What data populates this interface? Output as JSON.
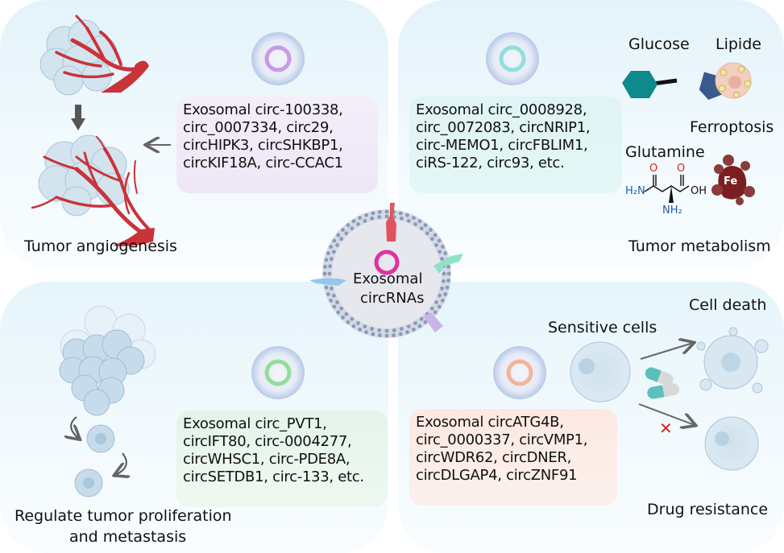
{
  "center": {
    "title_line1": "Exosomal",
    "title_line2": "circRNAs",
    "ring_color": "#e0339e",
    "membrane_color": "#8d9ab0",
    "receptor_colors": [
      "#e0555b",
      "#8fe3c4",
      "#90c9ea",
      "#c9b4ea"
    ]
  },
  "panels": {
    "angiogenesis": {
      "title": "Tumor angiogenesis",
      "ring_color": "#c89be6",
      "list": "Exosomal circ-100338,\ncirc_0007334, circ29,\ncircHIPK3, circSHKBP1,\ncircKIF18A, circ-CCAC1",
      "vessel_color": "#c9333a"
    },
    "metabolism": {
      "title": "Tumor metabolism",
      "ring_color": "#8fdfdc",
      "list": "Exosomal circ_0008928,\ncirc_0072083, circNRIP1,\ncirc-MEMO1, circFBLIM1,\nciRS-122, circ93, etc.",
      "glucose_label": "Glucose",
      "lipide_label": "Lipide",
      "ferroptosis_label": "Ferroptosis",
      "glutamine_label": "Glutamine",
      "fe_label": "Fe",
      "chem": {
        "o1": "O",
        "o2": "O",
        "h2n": "H₂N",
        "oh": "OH",
        "nh2": "NH₂"
      }
    },
    "proliferation": {
      "title_line1": "Regulate tumor proliferation",
      "title_line2": "and metastasis",
      "ring_color": "#93dd9c",
      "list": "Exosomal circ_PVT1,\ncircIFT80, circ-0004277,\ncircWHSC1, circ-PDE8A,\ncircSETDB1, circ-133, etc."
    },
    "drug_resistance": {
      "title": "Drug resistance",
      "ring_color": "#f2b49a",
      "list": "Exosomal circATG4B,\ncirc_0000337, circVMP1,\ncircWDR62, circDNER,\ncircDLGAP4, circZNF91",
      "sensitive_label": "Sensitive cells",
      "death_label": "Cell death",
      "blocked_mark": "✕"
    }
  }
}
